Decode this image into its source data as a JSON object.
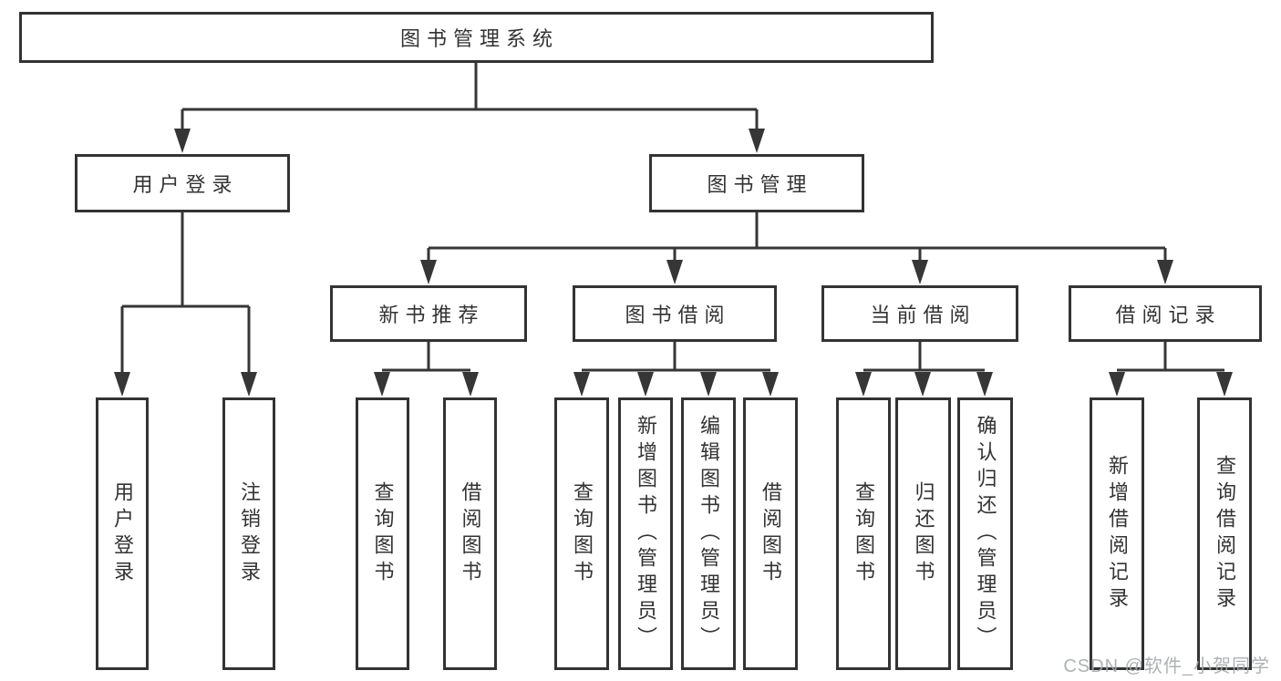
{
  "colors": {
    "line": "#363636",
    "border": "#333333",
    "text": "#333333",
    "background": "#ffffff",
    "watermark": "#a5a8ac"
  },
  "diagram": {
    "type": "hierarchy-tree",
    "nodes": {
      "root": "图书管理系统",
      "user_login": "用户登录",
      "book_mgmt": "图书管理",
      "new_book_rec": "新书推荐",
      "book_borrow": "图书借阅",
      "current_borrow": "当前借阅",
      "borrow_records": "借阅记录",
      "leaf_user_login": "用户登录",
      "leaf_logout": "注销登录",
      "rec_query_books": "查询图书",
      "rec_borrow_books": "借阅图书",
      "bb_query_books": "查询图书",
      "bb_add_books": "新增图书（管理员）",
      "bb_edit_books": "编辑图书（管理员）",
      "bb_borrow_books": "借阅图书",
      "cb_query_books": "查询图书",
      "cb_return_books": "归还图书",
      "cb_confirm_return": "确认归还（管理员）",
      "br_add_record": "新增借阅记录",
      "br_query_record": "查询借阅记录"
    },
    "edges": [
      [
        "root",
        "user_login"
      ],
      [
        "root",
        "book_mgmt"
      ],
      [
        "user_login",
        "leaf_user_login"
      ],
      [
        "user_login",
        "leaf_logout"
      ],
      [
        "book_mgmt",
        "new_book_rec"
      ],
      [
        "book_mgmt",
        "book_borrow"
      ],
      [
        "book_mgmt",
        "current_borrow"
      ],
      [
        "book_mgmt",
        "borrow_records"
      ],
      [
        "new_book_rec",
        "rec_query_books"
      ],
      [
        "new_book_rec",
        "rec_borrow_books"
      ],
      [
        "book_borrow",
        "bb_query_books"
      ],
      [
        "book_borrow",
        "bb_add_books"
      ],
      [
        "book_borrow",
        "bb_edit_books"
      ],
      [
        "book_borrow",
        "bb_borrow_books"
      ],
      [
        "current_borrow",
        "cb_query_books"
      ],
      [
        "current_borrow",
        "cb_return_books"
      ],
      [
        "current_borrow",
        "cb_confirm_return"
      ],
      [
        "borrow_records",
        "br_add_record"
      ],
      [
        "borrow_records",
        "br_query_record"
      ]
    ]
  },
  "watermark": "CSDN @软件_小贺同学"
}
